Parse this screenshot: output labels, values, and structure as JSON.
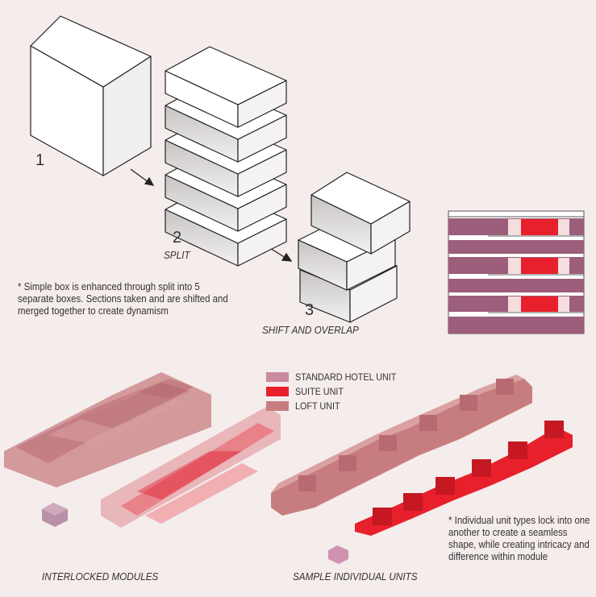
{
  "steps": [
    {
      "number": "1"
    },
    {
      "number": "2",
      "caption": "SPLIT"
    },
    {
      "number": "3",
      "caption": "SHIFT AND OVERLAP"
    }
  ],
  "note_split": "Simple box is enhanced through split into 5 separate boxes. Sections taken and are shifted and merged together to create dynamism",
  "note_units": "Individual unit types lock into one another to create a seamless shape, while creating intricacy and difference within module",
  "note_marker": "*",
  "legend": [
    {
      "label": "STANDARD HOTEL UNIT",
      "color": "#c98aa0"
    },
    {
      "label": "SUITE UNIT",
      "color": "#e8202c"
    },
    {
      "label": "LOFT UNIT",
      "color": "#c77d80"
    }
  ],
  "captions": {
    "interlocked": "INTERLOCKED MODULES",
    "sample": "SAMPLE INDIVIDUAL UNITS"
  },
  "colors": {
    "background": "#f5ecec",
    "section_fill": "#9c5e7a",
    "suite_red": "#e8202c",
    "box_top": "#ffffff",
    "box_side": "#d9d6d6"
  }
}
